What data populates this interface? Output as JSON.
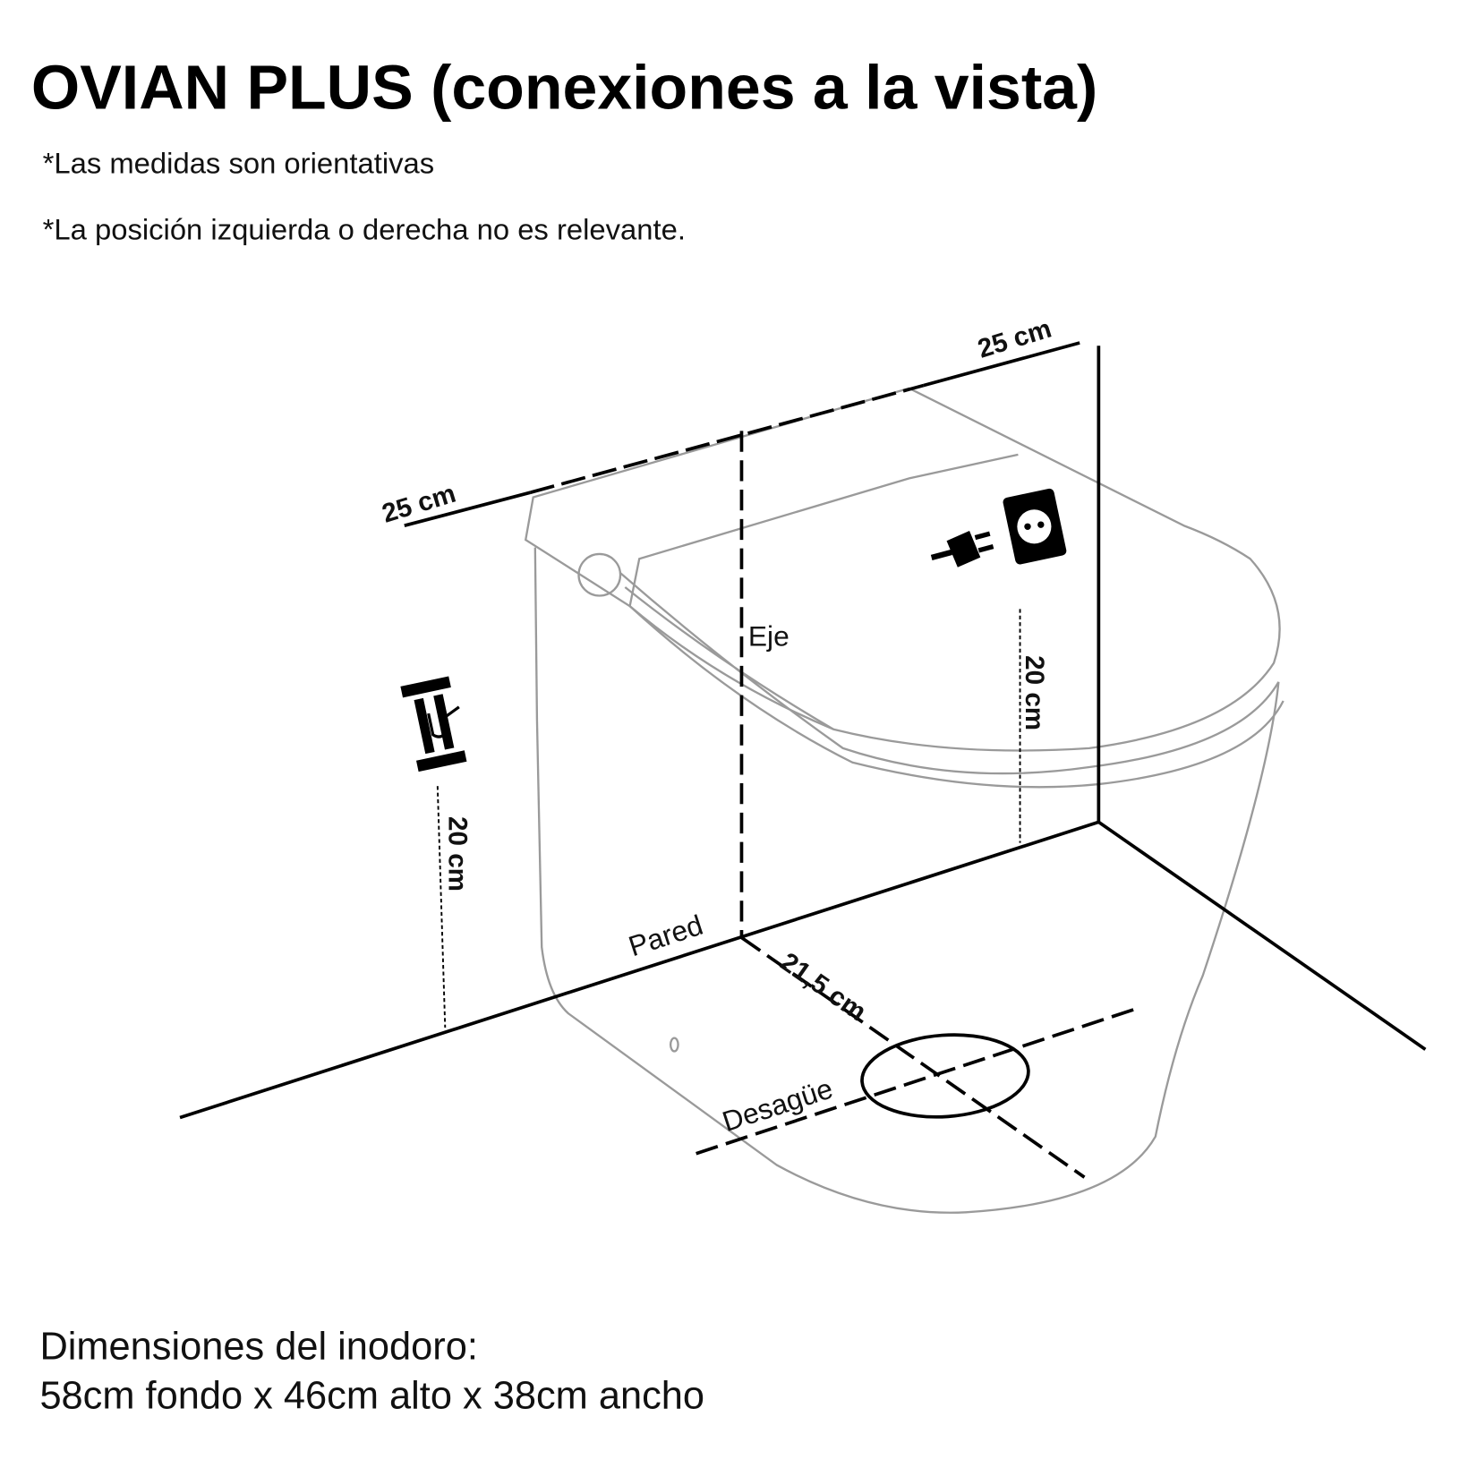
{
  "title": "OVIAN PLUS (conexiones a la vista)",
  "notes": [
    "*Las medidas son orientativas",
    "*La posición izquierda o derecha no es relevante."
  ],
  "diagram": {
    "labels": {
      "top_left_dim": "25 cm",
      "top_right_dim": "25 cm",
      "axis": "Eje",
      "wall": "Pared",
      "drain_distance": "21,5 cm",
      "drain": "Desagüe",
      "socket_height": "20 cm",
      "valve_height": "20 cm"
    },
    "icons": [
      "power-socket-icon",
      "power-plug-icon",
      "water-valve-icon"
    ]
  },
  "dimensions": {
    "heading": "Dimensiones del inodoro:",
    "value": "58cm fondo x 46cm alto x 38cm ancho"
  }
}
